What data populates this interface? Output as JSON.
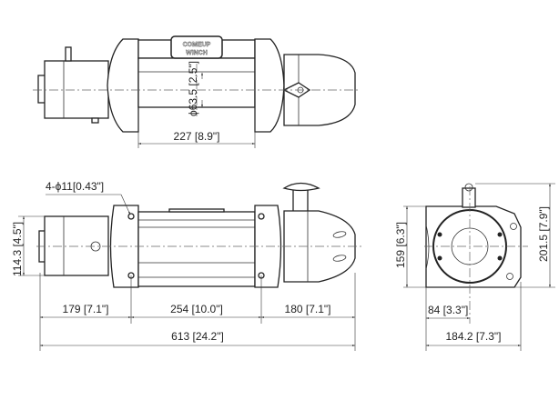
{
  "logo": {
    "line1": "COMEUP",
    "line2": "WINCH"
  },
  "top_view": {
    "drum_diameter": "ϕ63.5 [2.5\"]",
    "drum_length": "227 [8.9\"]"
  },
  "front_view": {
    "mount_holes": "4-ϕ11[0.43\"]",
    "height": "114.3 [4.5\"]",
    "segment_left": "179 [7.1\"]",
    "segment_middle": "254 [10.0\"]",
    "segment_right": "180 [7.1\"]",
    "overall_length": "613 [24.2\"]"
  },
  "side_view": {
    "body_height": "159 [6.3\"]",
    "overall_height": "201.5 [7.9\"]",
    "center_offset": "84 [3.3\"]",
    "overall_width": "184.2 [7.3\"]"
  }
}
